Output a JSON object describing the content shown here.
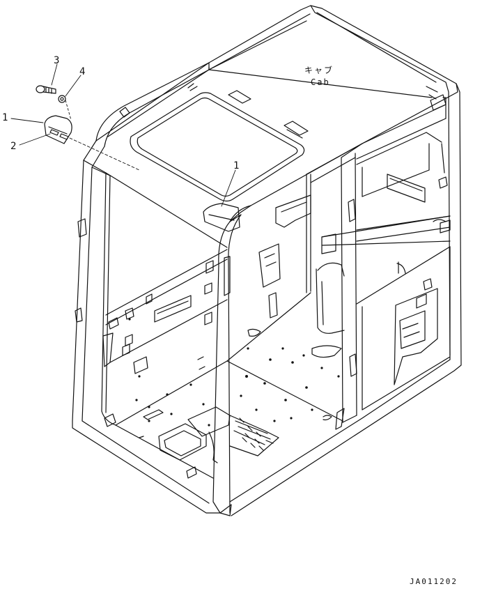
{
  "callouts": {
    "c1": "1",
    "c2": "2",
    "c3": "3",
    "c4": "4",
    "c1b": "1"
  },
  "cab_label_jp": "キャブ",
  "cab_label_en": "Cab",
  "drawing_code": "JA011202"
}
